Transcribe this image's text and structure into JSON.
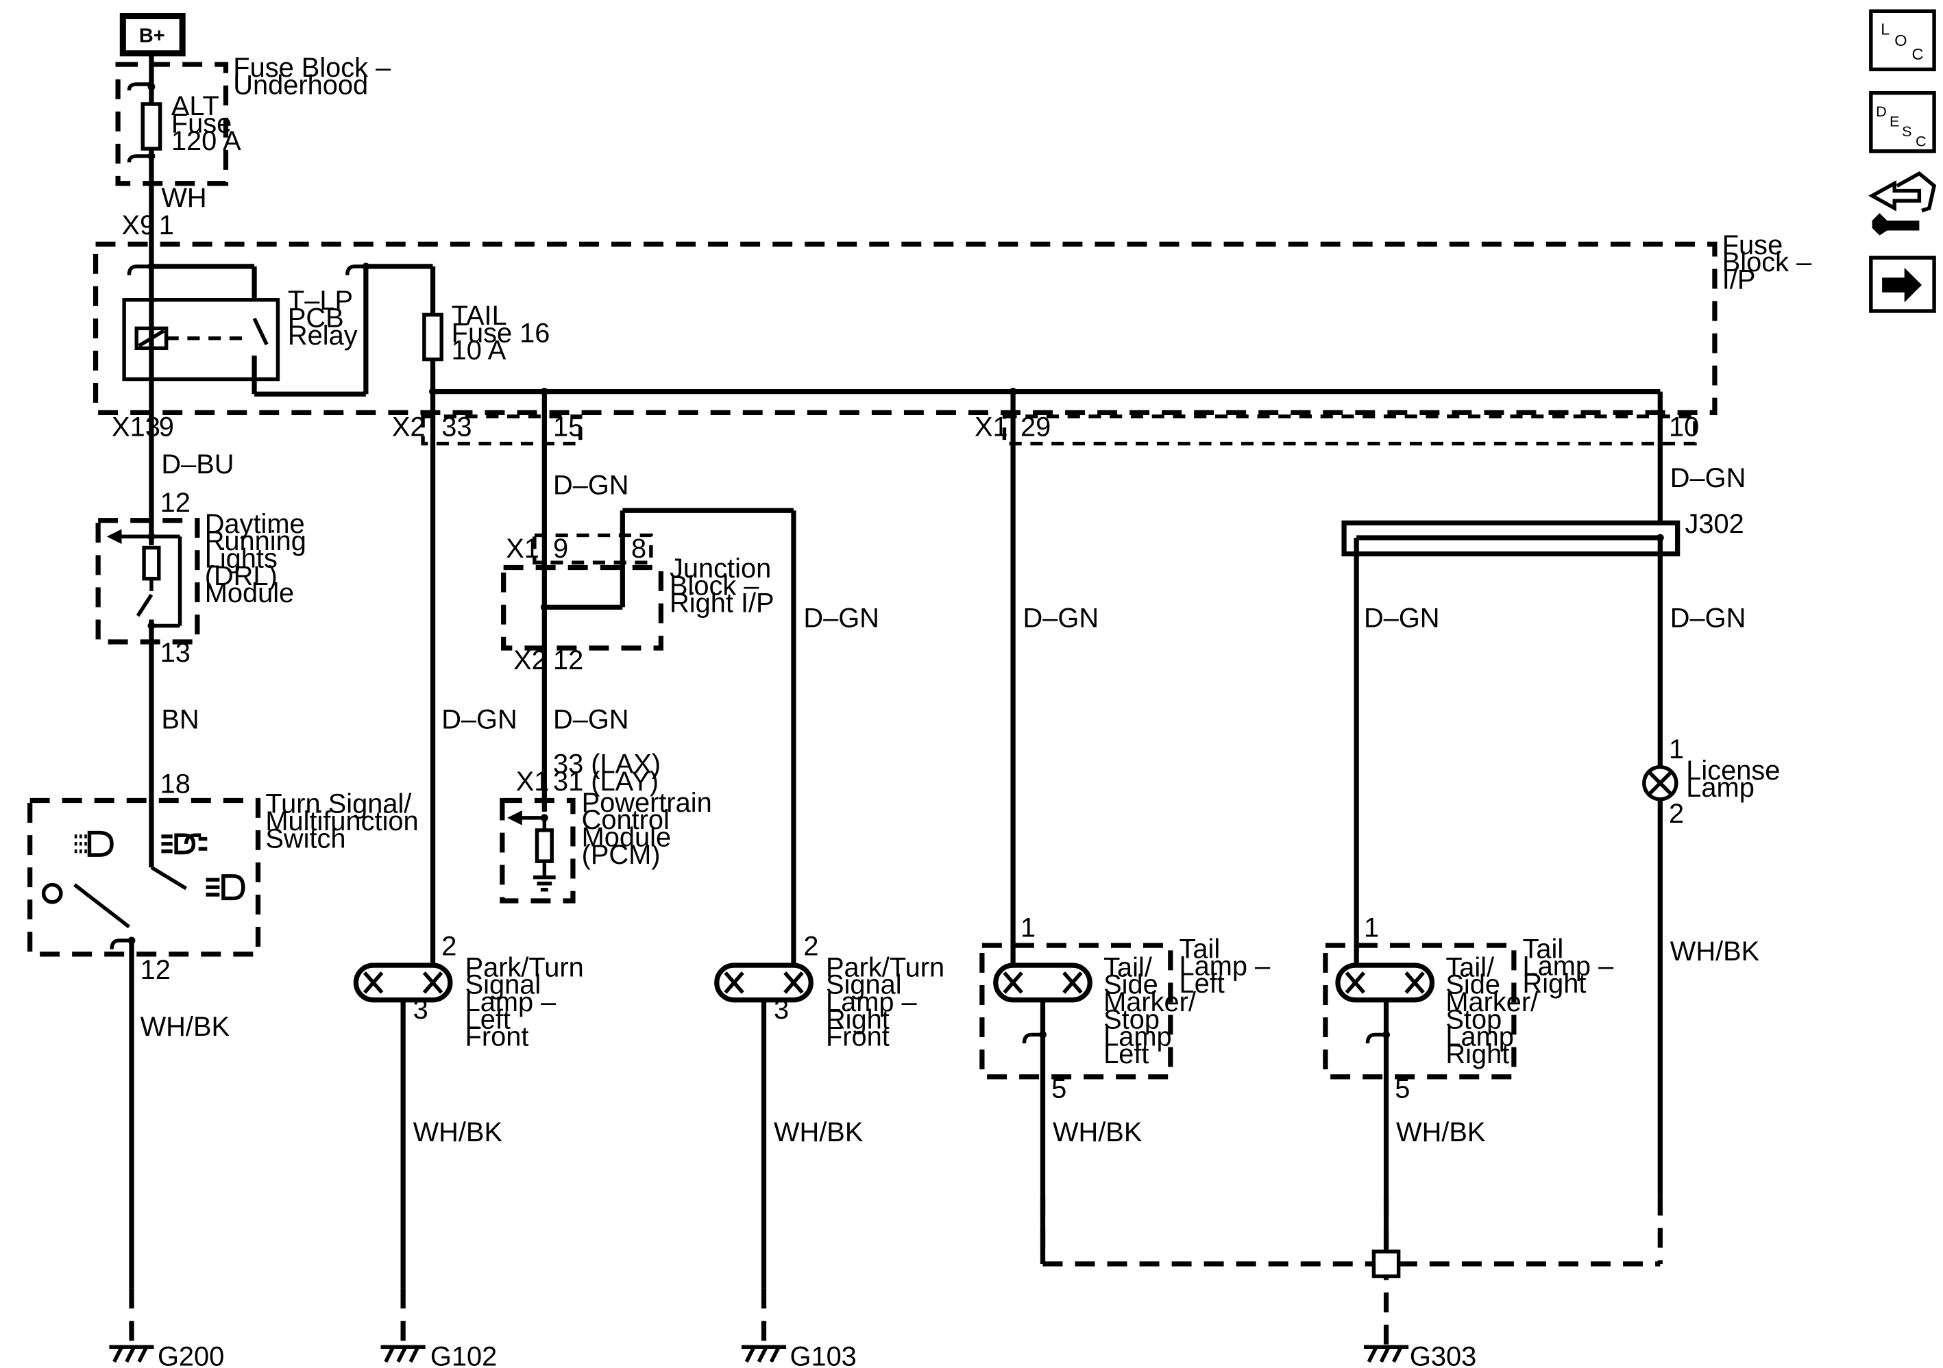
{
  "power_source": "B+",
  "fuse_block_underhood": [
    "Fuse Block –",
    "Underhood"
  ],
  "alt_fuse": [
    "ALT",
    "Fuse",
    "120 A"
  ],
  "fuse_block_ip": [
    "Fuse",
    "Block –",
    "I/P"
  ],
  "relay": [
    "T–LP",
    "PCB",
    "Relay"
  ],
  "tail_fuse": [
    "TAIL",
    "Fuse 16",
    "10 A"
  ],
  "drl_module": [
    "Daytime",
    "Running",
    "Lights",
    "(DRL)",
    "Module"
  ],
  "junction_block": [
    "Junction",
    "Block –",
    "Right I/P"
  ],
  "pcm": [
    "Powertrain",
    "Control",
    "Module",
    "(PCM)"
  ],
  "turn_signal_switch": [
    "Turn Signal/",
    "Multifunction",
    "Switch"
  ],
  "park_turn_left": [
    "Park/Turn",
    "Signal",
    "Lamp –",
    "Left",
    "Front"
  ],
  "park_turn_right": [
    "Park/Turn",
    "Signal",
    "Lamp –",
    "Right",
    "Front"
  ],
  "tail_lamp_left": [
    "Tail",
    "Lamp –",
    "Left"
  ],
  "tail_lamp_left_bulb": [
    "Tail/",
    "Side",
    "Marker/",
    "Stop",
    "Lamp",
    "Left"
  ],
  "tail_lamp_right": [
    "Tail",
    "Lamp –",
    "Right"
  ],
  "tail_lamp_right_bulb": [
    "Tail/",
    "Side",
    "Marker/",
    "Stop",
    "Lamp",
    "Right"
  ],
  "license_lamp": [
    "License",
    "Lamp"
  ],
  "splice": "J302",
  "pcm_pins": [
    "33 (LAX)",
    "31 (LAY)"
  ],
  "wires": {
    "wh": "WH",
    "d_bu": "D–BU",
    "bn": "BN",
    "d_gn": "D–GN",
    "wh_bk": "WH/BK"
  },
  "connectors": {
    "x9": "X9",
    "x13": "X13",
    "x2": "X2",
    "x1": "X1"
  },
  "pins": {
    "p1": "1",
    "p2": "2",
    "p3": "3",
    "p5": "5",
    "p8": "8",
    "p9": "9",
    "p10": "10",
    "p12": "12",
    "p13": "13",
    "p15": "15",
    "p18": "18",
    "p29": "29",
    "p33": "33"
  },
  "grounds": [
    "G200",
    "G102",
    "G103",
    "G303"
  ],
  "nav_icons": [
    {
      "name": "location-icon",
      "text": "LOC"
    },
    {
      "name": "description-icon",
      "text": "DESC"
    },
    {
      "name": "service-tools-icon",
      "text": ""
    },
    {
      "name": "next-page-arrow-icon",
      "text": ""
    }
  ]
}
